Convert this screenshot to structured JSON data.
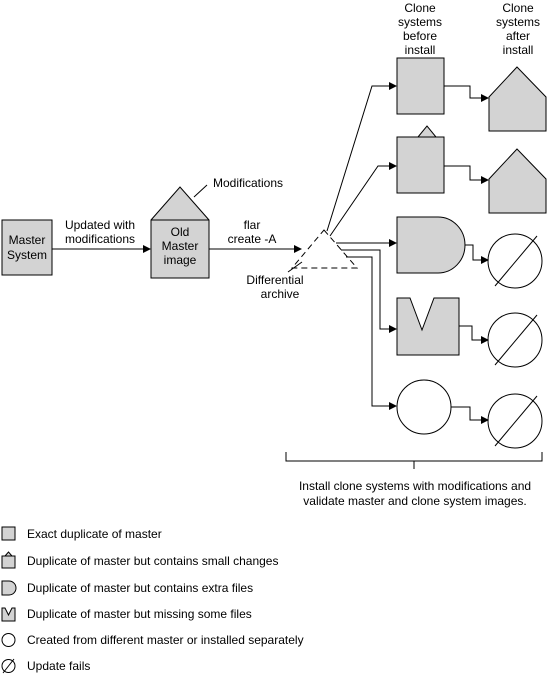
{
  "master": {
    "label_line1": "Master",
    "label_line2": "System"
  },
  "updated": {
    "line1": "Updated with",
    "line2": "modifications"
  },
  "old_master": {
    "line1": "Old",
    "line2": "Master",
    "line3": "image"
  },
  "modifications_label": "Modifications",
  "flar": {
    "line1": "flar",
    "line2": "create -A"
  },
  "differential": {
    "line1": "Differential",
    "line2": "archive"
  },
  "col_before": {
    "line1": "Clone",
    "line2": "systems",
    "line3": "before",
    "line4": "install"
  },
  "col_after": {
    "line1": "Clone",
    "line2": "systems",
    "line3": "after",
    "line4": "install"
  },
  "install_note": {
    "line1": "Install clone systems with modifications and",
    "line2": "validate master and clone system images."
  },
  "legend": [
    {
      "icon": "square-icon",
      "label": "Exact duplicate of master"
    },
    {
      "icon": "square-bump-icon",
      "label": "Duplicate of master but contains small changes"
    },
    {
      "icon": "d-shape-icon",
      "label": "Duplicate of master but contains extra files"
    },
    {
      "icon": "notched-square-icon",
      "label": "Duplicate of master but missing some files"
    },
    {
      "icon": "circle-icon",
      "label": "Created from different master or installed separately"
    },
    {
      "icon": "slashed-circle-icon",
      "label": "Update fails"
    }
  ],
  "colors": {
    "fill": "#d3d3d3",
    "stroke": "#000000",
    "background": "#ffffff"
  }
}
